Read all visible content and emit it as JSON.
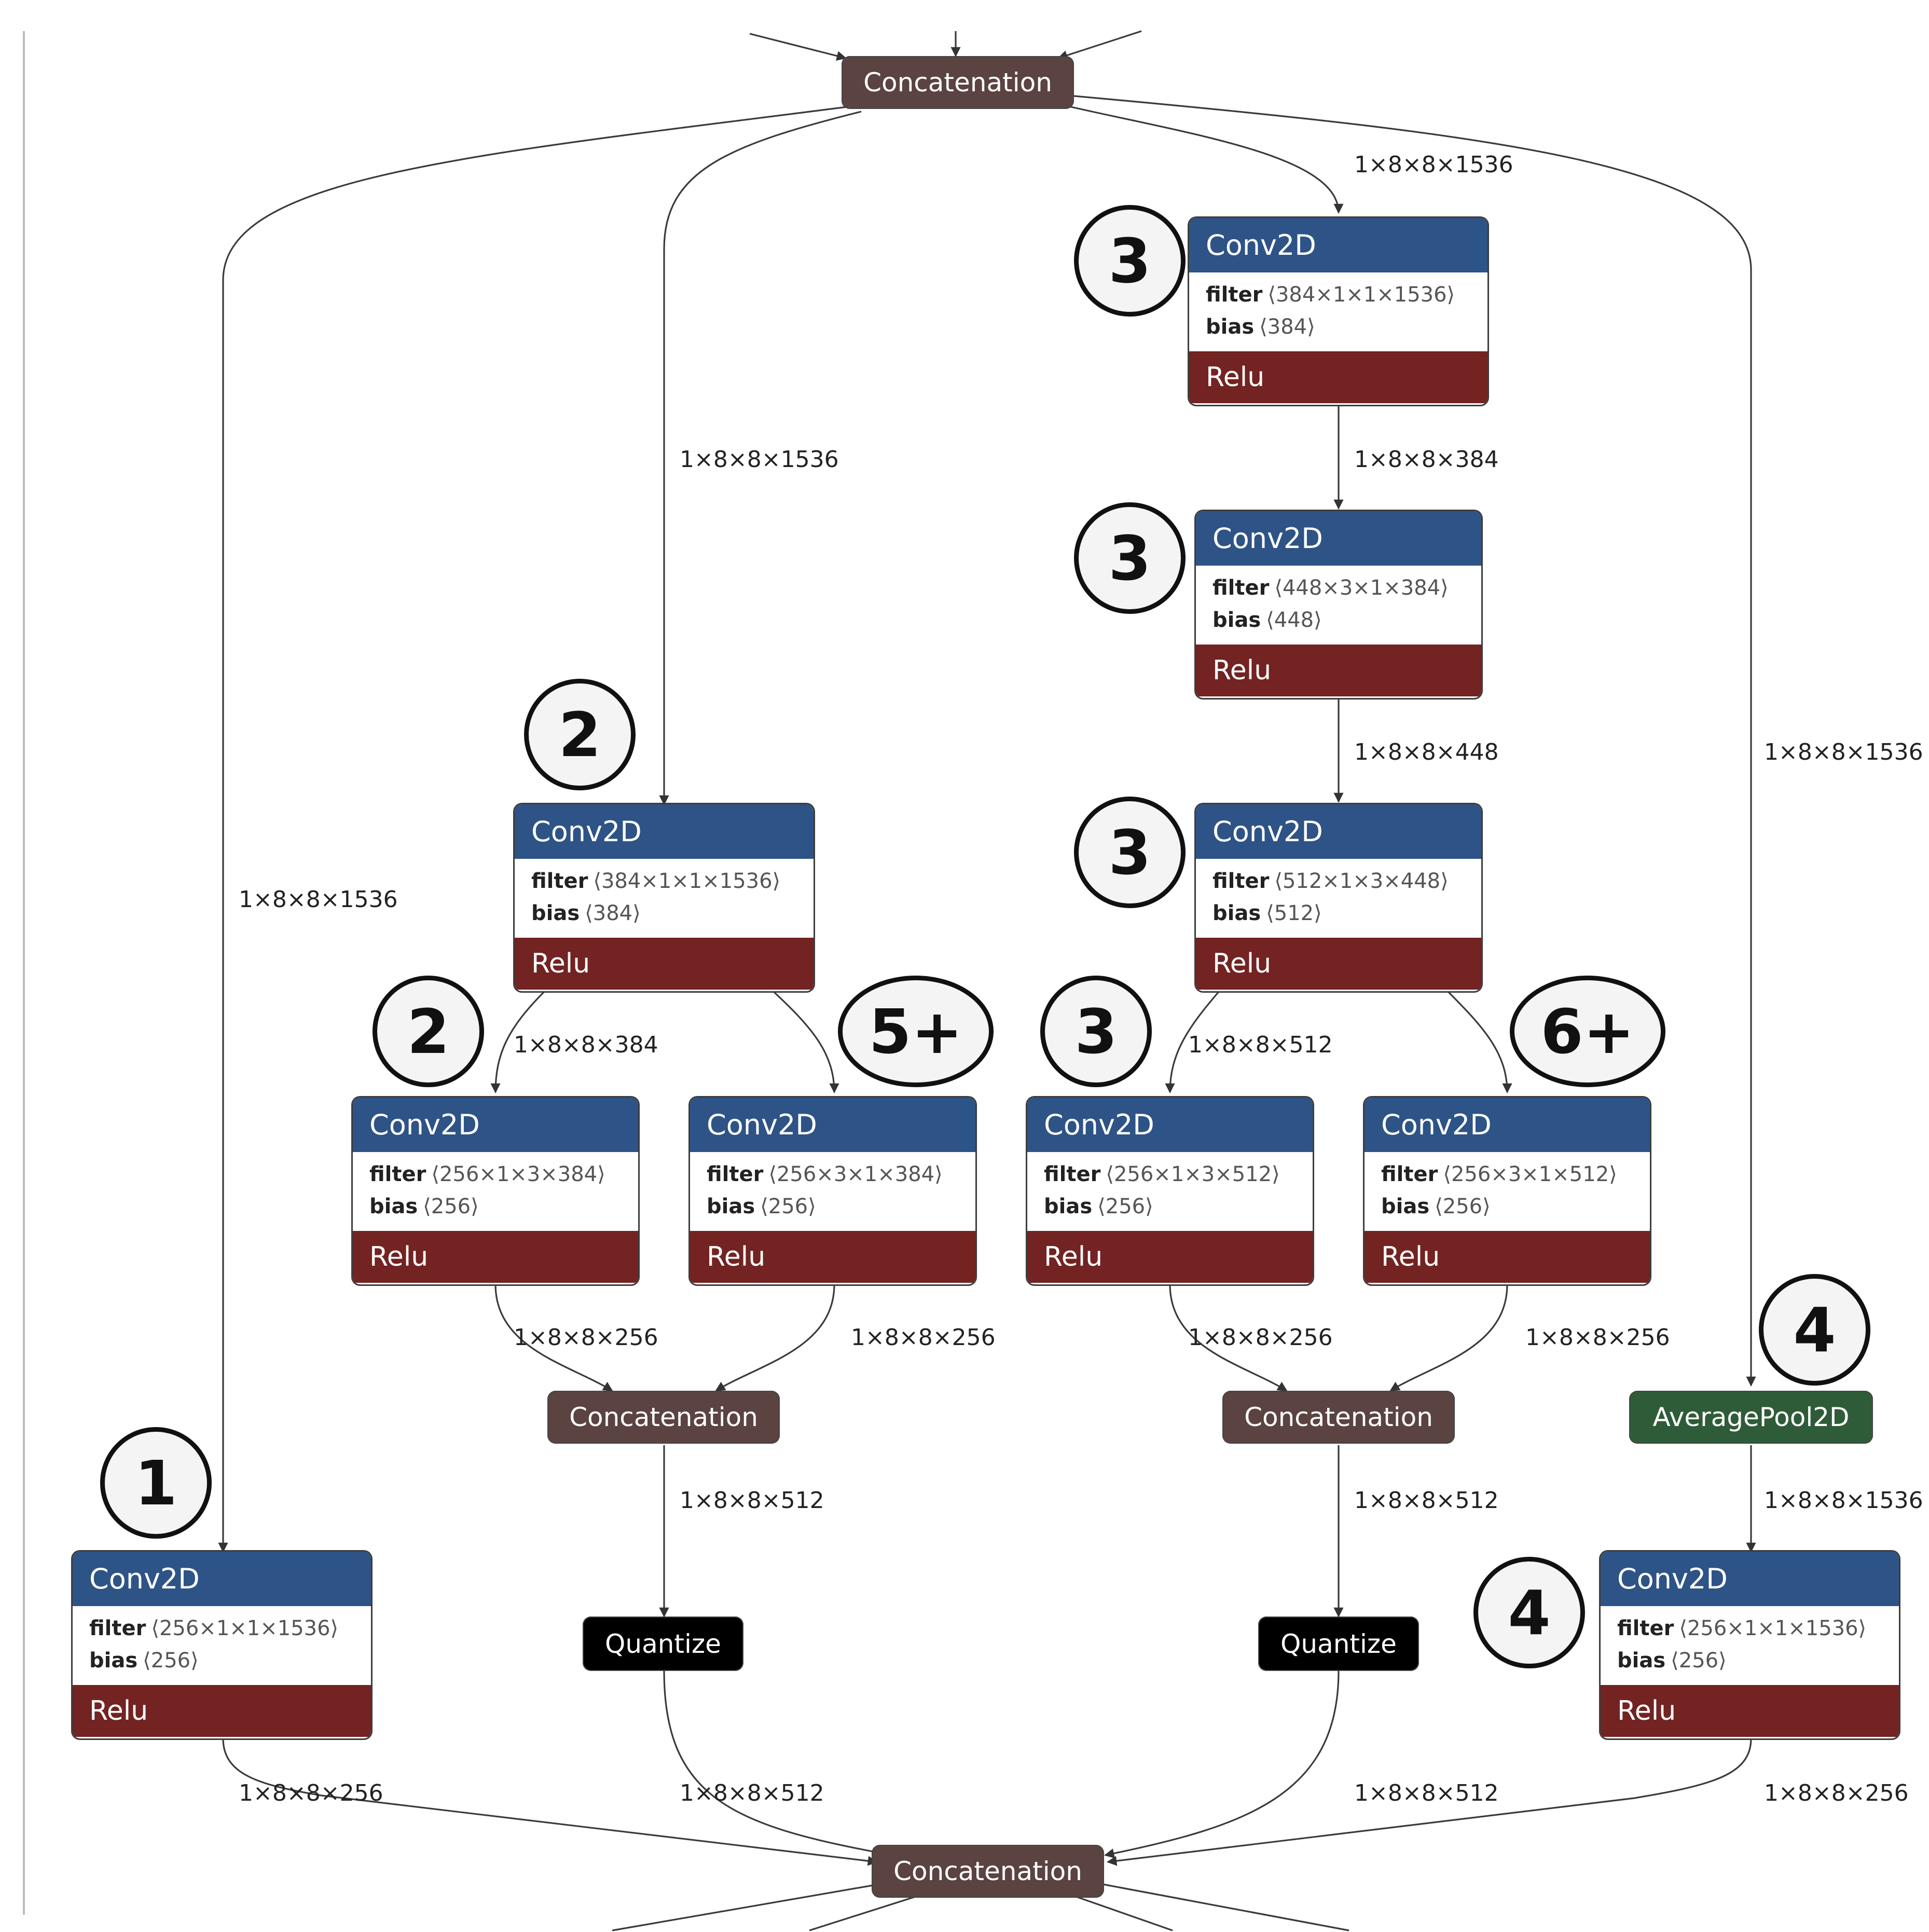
{
  "nodes": {
    "concat_top": {
      "label": "Concatenation"
    },
    "concat_mid_left": {
      "label": "Concatenation"
    },
    "concat_mid_right": {
      "label": "Concatenation"
    },
    "concat_bottom": {
      "label": "Concatenation"
    },
    "quantize_left": {
      "label": "Quantize"
    },
    "quantize_right": {
      "label": "Quantize"
    },
    "avgpool": {
      "label": "AveragePool2D"
    },
    "conv_1": {
      "title": "Conv2D",
      "filter": "⟨256×1×1×1536⟩",
      "bias": "⟨256⟩",
      "activation": "Relu"
    },
    "conv_2a": {
      "title": "Conv2D",
      "filter": "⟨384×1×1×1536⟩",
      "bias": "⟨384⟩",
      "activation": "Relu"
    },
    "conv_2b": {
      "title": "Conv2D",
      "filter": "⟨256×1×3×384⟩",
      "bias": "⟨256⟩",
      "activation": "Relu"
    },
    "conv_5": {
      "title": "Conv2D",
      "filter": "⟨256×3×1×384⟩",
      "bias": "⟨256⟩",
      "activation": "Relu"
    },
    "conv_3a": {
      "title": "Conv2D",
      "filter": "⟨384×1×1×1536⟩",
      "bias": "⟨384⟩",
      "activation": "Relu"
    },
    "conv_3b": {
      "title": "Conv2D",
      "filter": "⟨448×3×1×384⟩",
      "bias": "⟨448⟩",
      "activation": "Relu"
    },
    "conv_3c": {
      "title": "Conv2D",
      "filter": "⟨512×1×3×448⟩",
      "bias": "⟨512⟩",
      "activation": "Relu"
    },
    "conv_3d": {
      "title": "Conv2D",
      "filter": "⟨256×1×3×512⟩",
      "bias": "⟨256⟩",
      "activation": "Relu"
    },
    "conv_6": {
      "title": "Conv2D",
      "filter": "⟨256×3×1×512⟩",
      "bias": "⟨256⟩",
      "activation": "Relu"
    },
    "conv_4": {
      "title": "Conv2D",
      "filter": "⟨256×1×1×1536⟩",
      "bias": "⟨256⟩",
      "activation": "Relu"
    }
  },
  "attr_names": {
    "filter": "filter",
    "bias": "bias"
  },
  "edge_labels": {
    "top_to_conv3a": "1×8×8×1536",
    "top_to_conv2a": "1×8×8×1536",
    "top_to_avgpool": "1×8×8×1536",
    "top_to_conv1": "1×8×8×1536",
    "conv3a_to_conv3b": "1×8×8×384",
    "conv3b_to_conv3c": "1×8×8×448",
    "conv2a_to_branches": "1×8×8×384",
    "conv3c_to_branches": "1×8×8×512",
    "conv2b_out": "1×8×8×256",
    "conv5_out": "1×8×8×256",
    "conv3d_out": "1×8×8×256",
    "conv6_out": "1×8×8×256",
    "concat_left_out": "1×8×8×512",
    "concat_right_out": "1×8×8×512",
    "avgpool_out": "1×8×8×1536",
    "conv1_out": "1×8×8×256",
    "quant_left_out": "1×8×8×512",
    "quant_right_out": "1×8×8×512",
    "conv4_out": "1×8×8×256"
  },
  "badges": {
    "b1": "1",
    "b2a": "2",
    "b2b": "2",
    "b5": "5+",
    "b3a": "3",
    "b3b": "3",
    "b3c": "3",
    "b3d": "3",
    "b6": "6+",
    "b4a": "4",
    "b4b": "4"
  },
  "colors": {
    "concat": "#5b4341",
    "conv_header": "#2e5386",
    "relu": "#722322",
    "quantize": "#000000",
    "avgpool": "#2f5c38"
  }
}
